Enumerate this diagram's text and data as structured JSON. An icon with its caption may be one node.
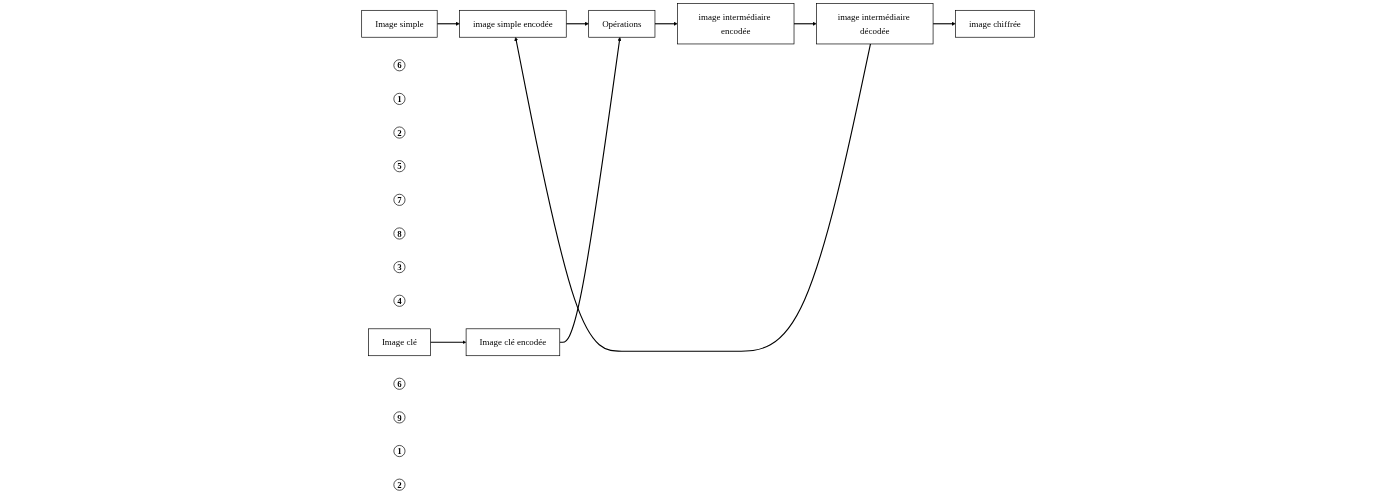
{
  "diagram": {
    "nodes": [
      {
        "text": [
          "Image simple"
        ]
      },
      {
        "text": [
          "image simple encodée"
        ]
      },
      {
        "text": [
          "6"
        ]
      },
      {
        "text": [
          "1"
        ]
      },
      {
        "text": [
          "2"
        ]
      },
      {
        "text": [
          "5"
        ]
      },
      {
        "text": [
          "7"
        ]
      },
      {
        "text": [
          "Opérations"
        ]
      },
      {
        "text": [
          "8"
        ]
      },
      {
        "text": [
          "image intermédiaire encodée"
        ]
      },
      {
        "text": [
          "image intermédiaire décodée"
        ]
      },
      {
        "text": [
          "3"
        ]
      },
      {
        "text": [
          "4"
        ]
      },
      {
        "text": [
          "Image clé"
        ]
      },
      {
        "text": [
          "Image clé encodée"
        ]
      },
      {
        "text": [
          "6"
        ]
      },
      {
        "text": [
          "9"
        ]
      },
      {
        "text": [
          "1"
        ]
      },
      {
        "text": [
          "2"
        ]
      },
      {
        "text": [
          "image chiffrée"
        ]
      }
    ],
    "edges": [
      {
        "from": 0,
        "to": 1,
        "arrow": "to"
      },
      {
        "from": 1,
        "to": 7,
        "arrow": "to"
      },
      {
        "from": 13,
        "to": 14,
        "arrow": "to"
      },
      {
        "from": 14,
        "to": 7,
        "arrow": "to"
      },
      {
        "from": 7,
        "to": 9,
        "arrow": "to"
      },
      {
        "from": 9,
        "to": 10,
        "arrow": "to"
      },
      {
        "from": 10,
        "to": 1,
        "arrow": "to"
      },
      {
        "from": 10,
        "to": 19,
        "arrow": "to"
      }
    ]
  }
}
